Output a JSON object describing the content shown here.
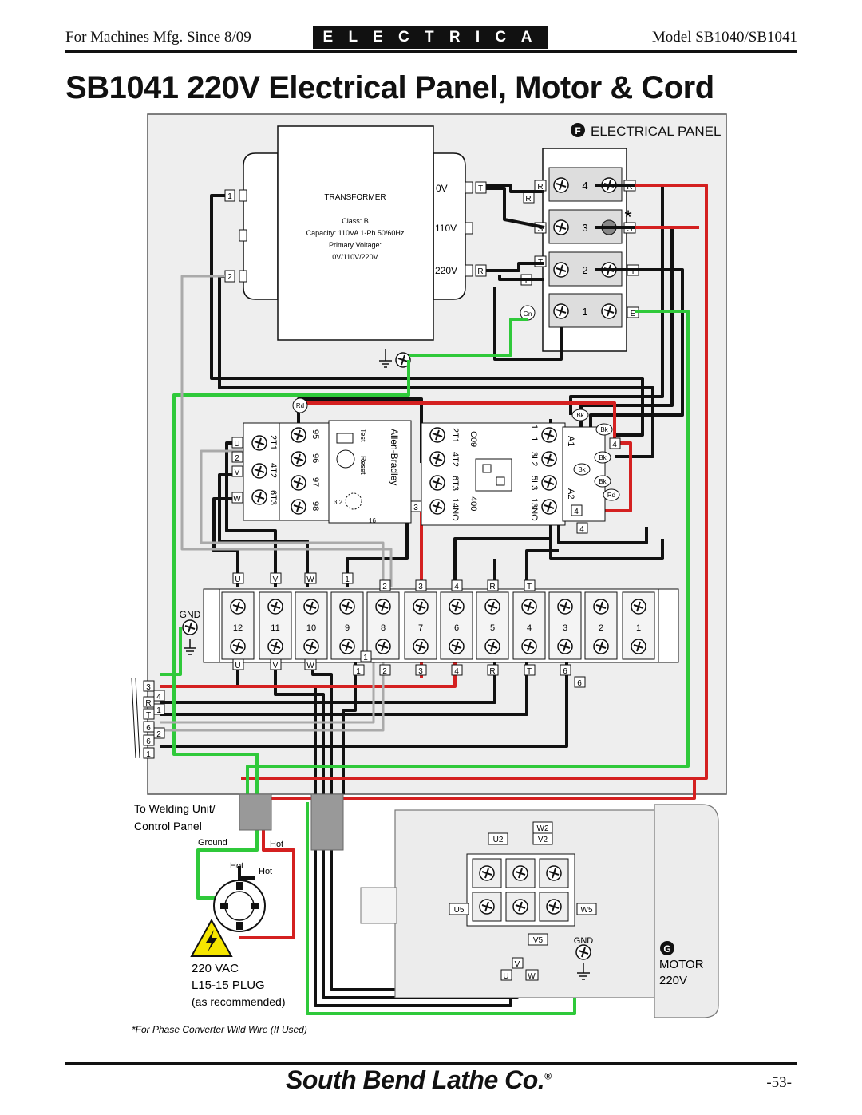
{
  "header": {
    "left": "For Machines Mfg. Since 8/09",
    "section": "E L E C T R I C A L",
    "right": "Model SB1040/SB1041"
  },
  "title": "SB1041 220V Electrical Panel, Motor & Cord",
  "panel": {
    "letter": "F",
    "label": "ELECTRICAL PANEL"
  },
  "transformer": {
    "name": "TRANSFORMER",
    "class": "Class: B",
    "capacity": "Capacity: 110VA 1-Ph 50/60Hz",
    "primary_label": "Primary Voltage:",
    "primary_value": "0V/110V/220V",
    "taps": [
      "0V",
      "110V",
      "220V"
    ],
    "left_terms": [
      "1",
      "2"
    ],
    "right_terms": [
      "T",
      "R"
    ]
  },
  "power_block": {
    "rows": [
      {
        "num": "4",
        "left": "R",
        "right": "R"
      },
      {
        "num": "3",
        "left": "S",
        "right": "S"
      },
      {
        "num": "2",
        "left": "T",
        "right": "T"
      },
      {
        "num": "1",
        "left": "Gn",
        "right": "E"
      }
    ],
    "extra_labels": [
      "R",
      "T"
    ],
    "wild_mark": "*"
  },
  "overload": {
    "left_labels": [
      "2T1",
      "4T2",
      "6T3"
    ],
    "contacts": [
      "95",
      "96",
      "97",
      "98"
    ],
    "terminals": [
      "U",
      "2",
      "V",
      "W"
    ],
    "test": "Test",
    "reset": "Reset",
    "dial_low": "3.2",
    "dial_high": "16",
    "brand": "Allen-Bradley",
    "rd": "Rd"
  },
  "contactor": {
    "left_labels": [
      "2T1",
      "4T2",
      "6T3",
      "14NO"
    ],
    "model": "C09",
    "coil": "400",
    "right_labels": [
      "1 L1",
      "3L2",
      "5L3",
      "13NO"
    ],
    "coil_terms": [
      "A1",
      "A2"
    ],
    "wire_tags": [
      "Bk",
      "Bk",
      "Bk",
      "Bk",
      "Bk",
      "Rd"
    ],
    "num_tags": [
      "4",
      "4",
      "4"
    ],
    "three": "3"
  },
  "terminal_strip": {
    "top_tags": [
      "U",
      "V",
      "W",
      "1",
      "2",
      "3",
      "4",
      "R",
      "T"
    ],
    "numbers": [
      "12",
      "11",
      "10",
      "9",
      "8",
      "7",
      "6",
      "5",
      "4",
      "3",
      "2",
      "1"
    ],
    "bottom_tags": [
      "U",
      "V",
      "W",
      "1",
      "1",
      "2",
      "3",
      "4",
      "R",
      "T",
      "6",
      "6"
    ],
    "gnd": "GND"
  },
  "cable_tags": [
    "3",
    "4",
    "R",
    "1",
    "T",
    "6",
    "2",
    "6",
    "1"
  ],
  "plug": {
    "caption": "To Welding Unit/ Control Panel",
    "caption_line1": "To Welding Unit/",
    "caption_line2": "Control Panel",
    "ground": "Ground",
    "hot1": "Hot",
    "hot2": "Hot",
    "hot3": "Hot",
    "voltage": "220 VAC",
    "plug_type": "L15-15 PLUG",
    "note": "(as recommended)"
  },
  "motor": {
    "letter": "G",
    "label": "MOTOR",
    "voltage": "220V",
    "labels": [
      "W2",
      "U2",
      "V2",
      "U5",
      "W5",
      "V5",
      "GND",
      "V",
      "U",
      "W"
    ]
  },
  "footnote": "*For Phase Converter Wild Wire (If Used)",
  "footer": {
    "brand": "South Bend Lathe Co.",
    "page": "-53-"
  },
  "colors": {
    "black_wire": "#111111",
    "red_wire": "#d42020",
    "green_wire": "#2fc93a",
    "white_wire": "#ffffff",
    "panel_bg": "#eeeeee"
  }
}
